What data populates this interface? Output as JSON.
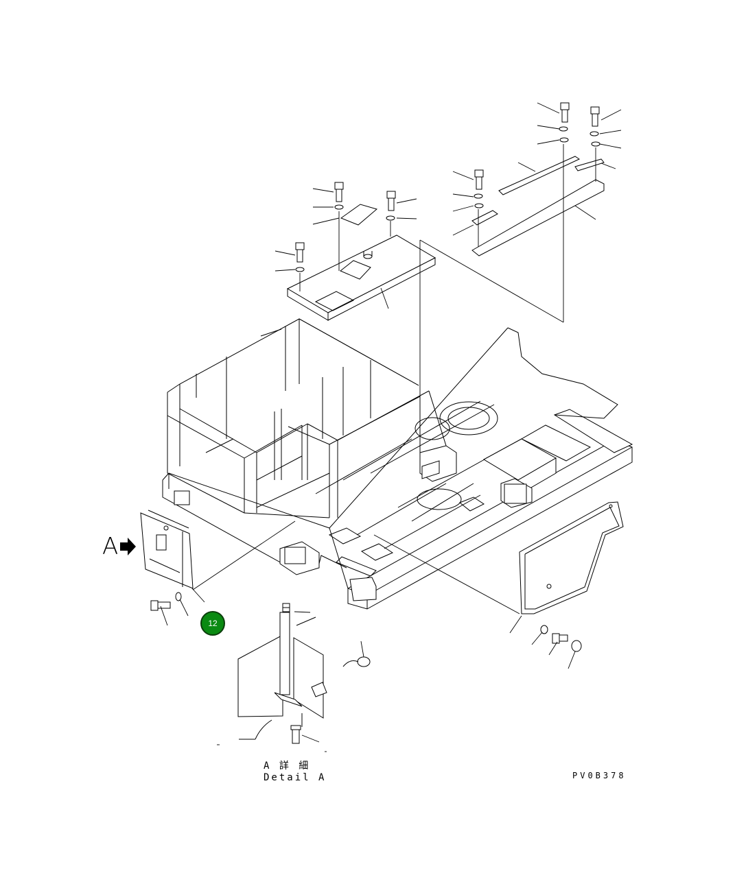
{
  "view_label": "A",
  "detail_caption": {
    "japanese": "A 詳 細",
    "english": "Detail A"
  },
  "drawing_number": "PV0B378",
  "callout_marker": {
    "number": "12",
    "color": "#0a8a12"
  },
  "arrow_icon": "view-direction-arrow-icon"
}
